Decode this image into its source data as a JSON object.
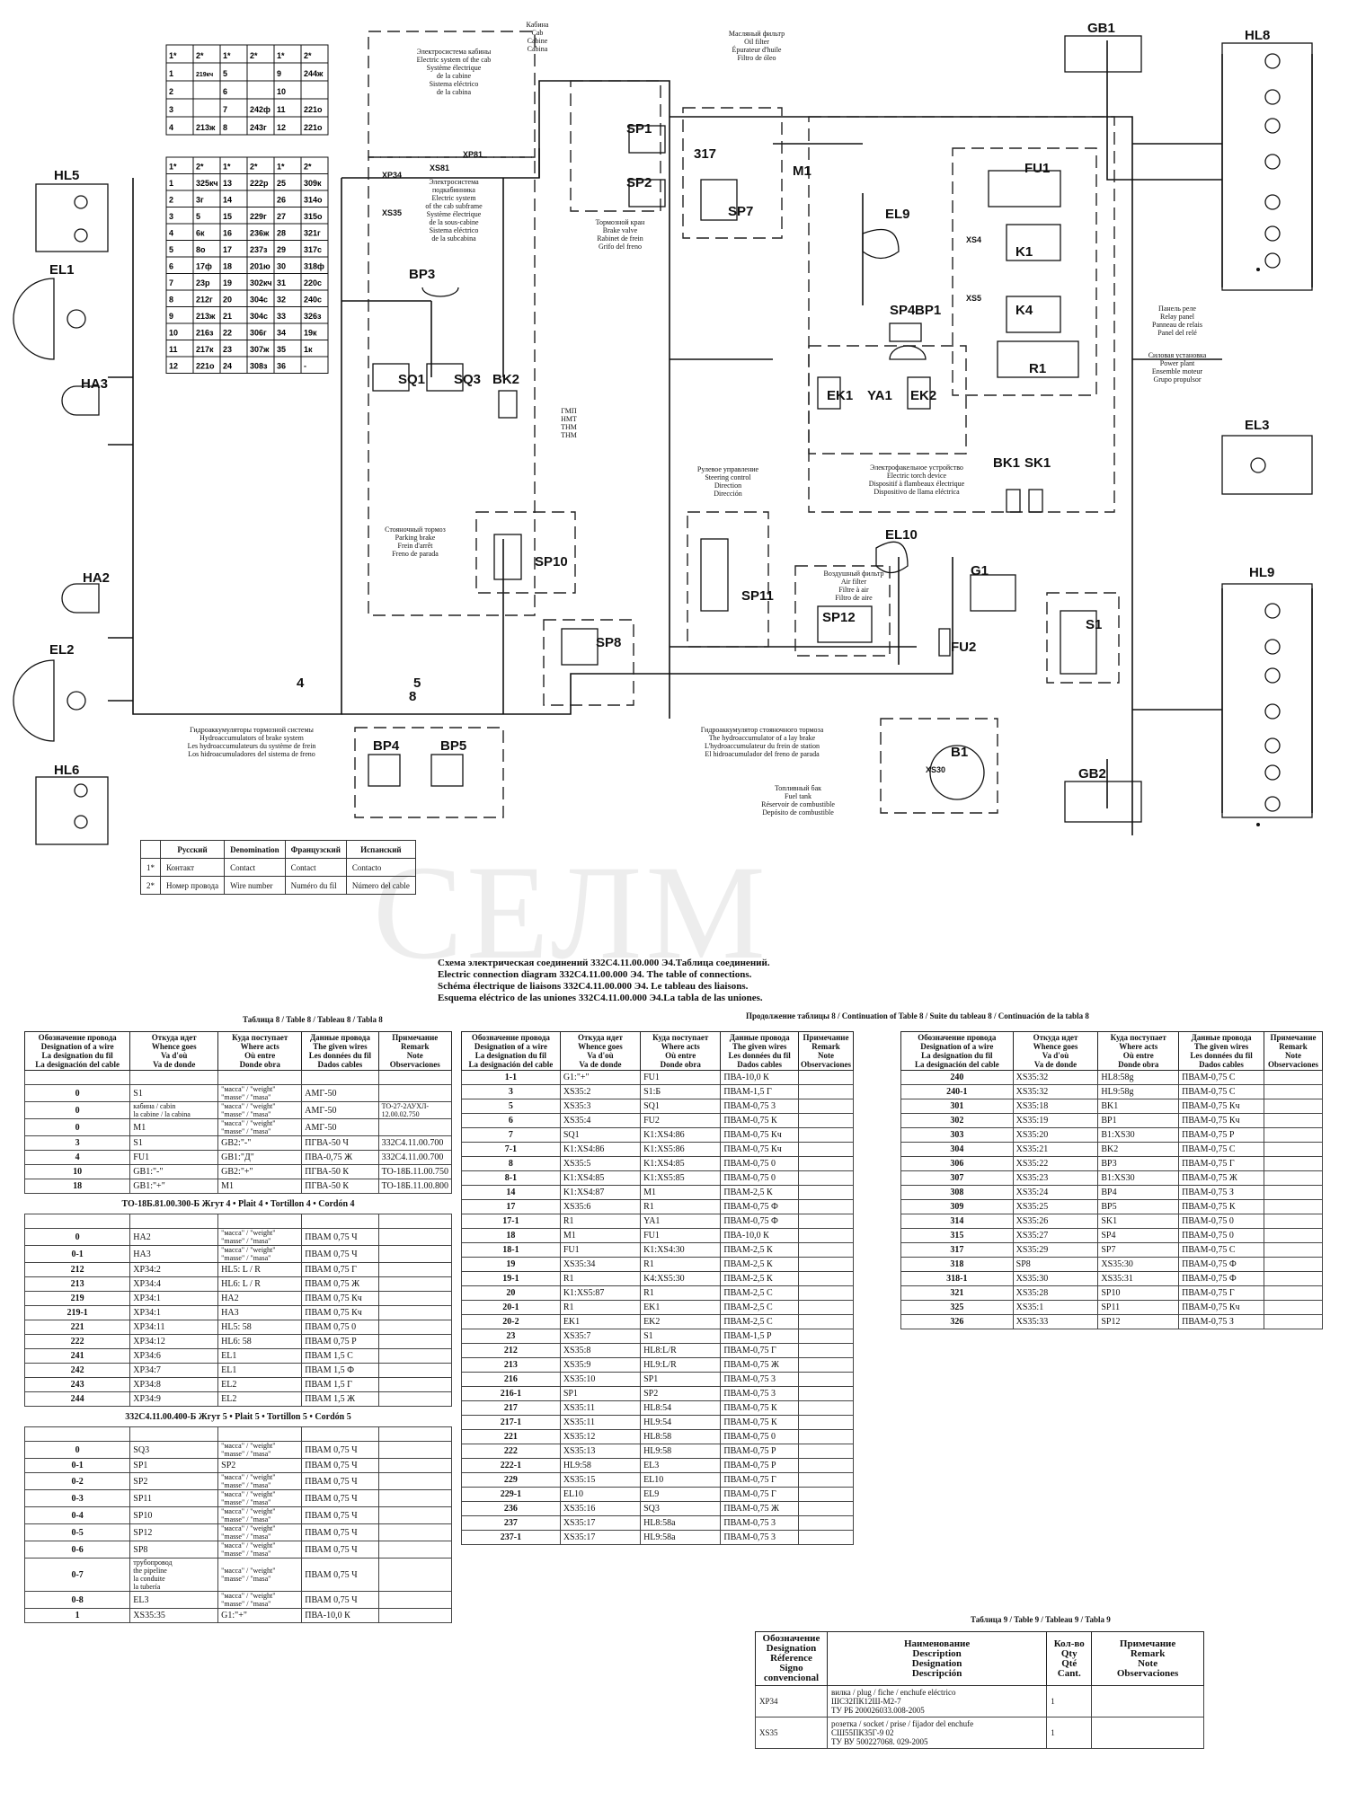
{
  "diagram": {
    "components": {
      "GB1": "GB1",
      "GB2": "GB2",
      "HL8": "HL8",
      "HL9": "HL9",
      "HL5": "HL5",
      "HL6": "HL6",
      "EL1": "EL1",
      "EL2": "EL2",
      "EL3": "EL3",
      "EL9": "EL9",
      "EL10": "EL10",
      "HA3": "HA3",
      "HA2": "HA2",
      "BP3": "BP3",
      "BP4": "BP4",
      "BP5": "BP5",
      "BP1": "BP1",
      "SQ1": "SQ1",
      "SQ3": "SQ3",
      "BK2": "BK2",
      "BK1": "BK1",
      "SK1": "SK1",
      "SP1": "SP1",
      "SP2": "SP2",
      "SP7": "SP7",
      "SP4": "SP4",
      "SP8": "SP8",
      "SP10": "SP10",
      "SP11": "SP11",
      "SP12": "SP12",
      "M1": "M1",
      "FU1": "FU1",
      "FU2": "FU2",
      "K1": "K1",
      "K4": "K4",
      "R1": "R1",
      "EK1": "EK1",
      "YA1": "YA1",
      "EK2": "EK2",
      "G1": "G1",
      "S1": "S1",
      "B1": "B1",
      "XP34": "XP34",
      "XS35": "XS35",
      "XP81": "XP81",
      "XS81": "XS81",
      "XS4": "XS4",
      "XS5": "XS5",
      "XS30": "XS30",
      "n317": "317"
    },
    "labels": {
      "cab": "Кабина\nCab\nCabine\nCabina",
      "cab_elec": "Электросистема кабины\nElectric system of the cab\nSystème électrique\nde la cabine\nSistema eléctrico\nde la cabina",
      "subframe": "Электросистема\nподкабинника\nElectric system\nof the cab subframe\nSystème électrique\nde la sous-cabine\nSistema eléctrico\nde la subcabina",
      "oil": "Масляный фильтр\nOil filter\nÉpurateur d'huile\nFiltro de óleo",
      "brake_valve": "Тормозной кран\nBrake valve\nRabinet de frein\nGrifo del freno",
      "relay": "Панель реле\nRelay panel\nPanneau de relais\nPanel del relé",
      "power": "Силовая установка\nPower plant\nEnsemble moteur\nGrupo propulsor",
      "gmp": "ГМП\nНМТ\nТНМ\nТНМ",
      "torch": "Электрофакельное устройство\nElectric torch device\nDispositif à flambeaux électrique\nDispositivo de llama eléctrica",
      "steering": "Рулевое управление\nSteering control\nDirection\nDirección",
      "parking": "Стояночный тормоз\nParking brake\nFrein d'arrêt\nFreno de parada",
      "airfilter": "Воздушный фильтр\nAir filter\nFiltre à air\nFiltro de aire",
      "hydro_brake": "Гидроаккумуляторы тормозной системы\nHydroaccumulators of brake system\nLes hydroaccumulateurs du système de frein\nLos hidroacumuladores del sistema de freno",
      "hydro_lay": "Гидроаккумулятор стояночного тормоза\nThe hydroaccumulator of a lay brake\nL'hydroaccumulateur du frein de station\nEl hidroacumulador del freno de parada",
      "fuel": "Топливный бак\nFuel tank\nRéservoir de combustible\nDepósito de combustible",
      "h4": "4",
      "h5": "5",
      "h8": "8"
    },
    "pin_table1": {
      "headers": [
        "1*",
        "2*",
        "1*",
        "2*",
        "1*",
        "2*"
      ],
      "rows": [
        [
          "1",
          "219кч 219-1кч",
          "5",
          "",
          "9",
          "244ж"
        ],
        [
          "2",
          "",
          "6",
          "",
          "10",
          ""
        ],
        [
          "3",
          "",
          "7",
          "242ф",
          "11",
          "221о"
        ],
        [
          "4",
          "213ж",
          "8",
          "243г",
          "12",
          "221о"
        ]
      ]
    },
    "pin_table2": {
      "headers": [
        "1*",
        "2*",
        "1*",
        "2*",
        "1*",
        "2*"
      ],
      "rows": [
        [
          "1",
          "325кч",
          "13",
          "222р",
          "25",
          "309к"
        ],
        [
          "2",
          "3г",
          "14",
          "",
          "26",
          "314о"
        ],
        [
          "3",
          "5",
          "15",
          "229г",
          "27",
          "315о"
        ],
        [
          "4",
          "6к",
          "16",
          "236ж",
          "28",
          "321г"
        ],
        [
          "5",
          "8о",
          "17",
          "237з",
          "29",
          "317с"
        ],
        [
          "6",
          "17ф",
          "18",
          "201ю",
          "30",
          "318ф"
        ],
        [
          "7",
          "23р",
          "19",
          "302кч",
          "31",
          "220с"
        ],
        [
          "8",
          "212г",
          "20",
          "304с",
          "32",
          "240с"
        ],
        [
          "9",
          "213ж",
          "21",
          "304с",
          "33",
          "326з"
        ],
        [
          "10",
          "216з",
          "22",
          "306г",
          "34",
          "19к"
        ],
        [
          "11",
          "217к",
          "23",
          "307ж",
          "35",
          "1к"
        ],
        [
          "12",
          "221о",
          "24",
          "308з",
          "36",
          "-"
        ]
      ]
    },
    "legend": {
      "headers": [
        "",
        "Русский",
        "Denomination",
        "Французский",
        "Испанский"
      ],
      "rows": [
        [
          "1*",
          "Контакт",
          "Contact",
          "Contact",
          "Contacto"
        ],
        [
          "2*",
          "Номер провода",
          "Wire number",
          "Numéro du fil",
          "Número del cable"
        ]
      ]
    },
    "watermark": "СЕЛМ",
    "caption": [
      "Схема электрическая соединений 332С4.11.00.000 Э4.Таблица соединений.",
      "Electric connection diagram 332С4.11.00.000 Э4. The table of connections.",
      "Schéma électrique de liaisons 332С4.11.00.000 Э4. Le tableau des liaisons.",
      "Esquema eléctrico de las uniones 332С4.11.00.000 Э4.La tabla de las uniones."
    ]
  },
  "table8": {
    "title": "Таблица 8 / Table 8 / Tableau 8 / Tabla 8",
    "headers": [
      "Обозначение провода\nDesignation of a wire\nLa designation du fil\nLa designación del cable",
      "Откуда идет\nWhence goes\nVa d'où\nVa de donde",
      "Куда поступает\nWhere acts\nOù entre\nDonde obra",
      "Данные провода\nThe given wires\nLes données du fil\nDados cables",
      "Примечание\nRemark\nNote\nObservaciones"
    ],
    "rows": [
      [
        "",
        "",
        "",
        "",
        ""
      ],
      [
        "0",
        "S1",
        "\"масса\" / \"weight\"\n\"masse\" / \"masa\"",
        "АМГ-50",
        ""
      ],
      [
        "0",
        "кабина / cabin\nla cabine / la cabina",
        "\"масса\" / \"weight\"\n\"masse\" / \"masa\"",
        "АМГ-50",
        "ТО-27-2АУХЛ-\n12.00.02.750"
      ],
      [
        "0",
        "M1",
        "\"масса\" / \"weight\"\n\"masse\" / \"masa\"",
        "АМГ-50",
        ""
      ],
      [
        "3",
        "S1",
        "GB2:\"-\"",
        "ПГВА-50 Ч",
        "332С4.11.00.700"
      ],
      [
        "4",
        "FU1",
        "GB1:\"Д\"",
        "ПВА-0,75 Ж",
        "332С4.11.00.700"
      ],
      [
        "10",
        "GB1:\"-\"",
        "GB2:\"+\"",
        "ПГВА-50 К",
        "ТО-18Б.11.00.750"
      ],
      [
        "18",
        "GB1:\"+\"",
        "M1",
        "ПГВА-50 К",
        "ТО-18Б.11.00.800"
      ],
      [
        "#",
        "ТО-18Б.81.00.300-Б  Жгут 4 • Plait 4 • Tortillon 4 • Cordón 4"
      ],
      [
        "",
        "",
        "",
        "",
        ""
      ],
      [
        "0",
        "HA2",
        "\"масса\" / \"weight\"\n\"masse\" / \"masa\"",
        "ПВАМ 0,75 Ч",
        ""
      ],
      [
        "0-1",
        "HA3",
        "\"масса\" / \"weight\"\n\"masse\" / \"masa\"",
        "ПВАМ 0,75 Ч",
        ""
      ],
      [
        "212",
        "XP34:2",
        "HL5: L / R",
        "ПВАМ 0,75 Г",
        ""
      ],
      [
        "213",
        "XP34:4",
        "HL6: L / R",
        "ПВАМ 0,75 Ж",
        ""
      ],
      [
        "219",
        "XP34:1",
        "HA2",
        "ПВАМ 0,75 Кч",
        ""
      ],
      [
        "219-1",
        "XP34:1",
        "HA3",
        "ПВАМ 0,75 Кч",
        ""
      ],
      [
        "221",
        "XP34:11",
        "HL5: 58",
        "ПВАМ 0,75 0",
        ""
      ],
      [
        "222",
        "XP34:12",
        "HL6: 58",
        "ПВАМ 0,75 Р",
        ""
      ],
      [
        "241",
        "XP34:6",
        "EL1",
        "ПВАМ 1,5 С",
        ""
      ],
      [
        "242",
        "XP34:7",
        "EL1",
        "ПВАМ 1,5 Ф",
        ""
      ],
      [
        "243",
        "XP34:8",
        "EL2",
        "ПВАМ 1,5 Г",
        ""
      ],
      [
        "244",
        "XP34:9",
        "EL2",
        "ПВАМ 1,5 Ж",
        ""
      ],
      [
        "#",
        "332С4.11.00.400-Б  Жгут 5 • Plait 5 • Tortillon 5 • Cordón 5"
      ],
      [
        "",
        "",
        "",
        "",
        ""
      ],
      [
        "0",
        "SQ3",
        "\"масса\" / \"weight\"\n\"masse\" / \"masa\"",
        "ПВАМ 0,75 Ч",
        ""
      ],
      [
        "0-1",
        "SP1",
        "SP2",
        "ПВАМ 0,75 Ч",
        ""
      ],
      [
        "0-2",
        "SP2",
        "\"масса\" / \"weight\"\n\"masse\" / \"masa\"",
        "ПВАМ 0,75 Ч",
        ""
      ],
      [
        "0-3",
        "SP11",
        "\"масса\" / \"weight\"\n\"masse\" / \"masa\"",
        "ПВАМ 0,75 Ч",
        ""
      ],
      [
        "0-4",
        "SP10",
        "\"масса\" / \"weight\"\n\"masse\" / \"masa\"",
        "ПВАМ 0,75 Ч",
        ""
      ],
      [
        "0-5",
        "SP12",
        "\"масса\" / \"weight\"\n\"masse\" / \"masa\"",
        "ПВАМ 0,75 Ч",
        ""
      ],
      [
        "0-6",
        "SP8",
        "\"масса\" / \"weight\"\n\"masse\" / \"masa\"",
        "ПВАМ 0,75 Ч",
        ""
      ],
      [
        "0-7",
        "трубопровод\nthe pipeline\nla conduite\nla tubería",
        "\"масса\" / \"weight\"\n\"masse\" / \"masa\"",
        "ПВАМ 0,75 Ч",
        ""
      ],
      [
        "0-8",
        "EL3",
        "\"масса\" / \"weight\"\n\"masse\" / \"masa\"",
        "ПВАМ 0,75 Ч",
        ""
      ],
      [
        "1",
        "XS35:35",
        "G1:\"+\"",
        "ПВА-10,0 К",
        ""
      ]
    ]
  },
  "table8b": {
    "title": "Продолжение таблицы 8 / Continuation of Table 8 / Suite du tableau 8 / Continuación de la tabla 8",
    "headers": [
      "Обозначение провода\nDesignation of a wire\nLa designation du fil\nLa designación del cable",
      "Откуда идет\nWhence goes\nVa d'où\nVa de donde",
      "Куда поступает\nWhere acts\nOù entre\nDonde obra",
      "Данные провода\nThe given wires\nLes données du fil\nDados cables",
      "Примечание\nRemark\nNote\nObservaciones"
    ],
    "rows": [
      [
        "1-1",
        "G1:\"+\"",
        "FU1",
        "ПВА-10,0 К",
        ""
      ],
      [
        "3",
        "XS35:2",
        "S1:Б",
        "ПВАМ-1,5 Г",
        ""
      ],
      [
        "5",
        "XS35:3",
        "SQ1",
        "ПВАМ-0,75 3",
        ""
      ],
      [
        "6",
        "XS35:4",
        "FU2",
        "ПВАМ-0,75 К",
        ""
      ],
      [
        "7",
        "SQ1",
        "K1:XS4:86",
        "ПВАМ-0,75 Кч",
        ""
      ],
      [
        "7-1",
        "K1:XS4:86",
        "K1:XS5:86",
        "ПВАМ-0,75 Кч",
        ""
      ],
      [
        "8",
        "XS35:5",
        "K1:XS4:85",
        "ПВАМ-0,75 0",
        ""
      ],
      [
        "8-1",
        "K1:XS4:85",
        "K1:XS5:85",
        "ПВАМ-0,75 0",
        ""
      ],
      [
        "14",
        "K1:XS4:87",
        "M1",
        "ПВАМ-2,5 К",
        ""
      ],
      [
        "17",
        "XS35:6",
        "R1",
        "ПВАМ-0,75 Ф",
        ""
      ],
      [
        "17-1",
        "R1",
        "YA1",
        "ПВАМ-0,75 Ф",
        ""
      ],
      [
        "18",
        "M1",
        "FU1",
        "ПВА-10,0 К",
        ""
      ],
      [
        "18-1",
        "FU1",
        "K1:XS4:30",
        "ПВАМ-2,5 К",
        ""
      ],
      [
        "19",
        "XS35:34",
        "R1",
        "ПВАМ-2,5 К",
        ""
      ],
      [
        "19-1",
        "R1",
        "K4:XS5:30",
        "ПВАМ-2,5 К",
        ""
      ],
      [
        "20",
        "K1:XS5:87",
        "R1",
        "ПВАМ-2,5 С",
        ""
      ],
      [
        "20-1",
        "R1",
        "EK1",
        "ПВАМ-2,5 С",
        ""
      ],
      [
        "20-2",
        "EK1",
        "EK2",
        "ПВАМ-2,5 С",
        ""
      ],
      [
        "23",
        "XS35:7",
        "S1",
        "ПВАМ-1,5 Р",
        ""
      ],
      [
        "212",
        "XS35:8",
        "HL8:L/R",
        "ПВАМ-0,75 Г",
        ""
      ],
      [
        "213",
        "XS35:9",
        "HL9:L/R",
        "ПВАМ-0,75 Ж",
        ""
      ],
      [
        "216",
        "XS35:10",
        "SP1",
        "ПВАМ-0,75 3",
        ""
      ],
      [
        "216-1",
        "SP1",
        "SP2",
        "ПВАМ-0,75 3",
        ""
      ],
      [
        "217",
        "XS35:11",
        "HL8:54",
        "ПВАМ-0,75 К",
        ""
      ],
      [
        "217-1",
        "XS35:11",
        "HL9:54",
        "ПВАМ-0,75 К",
        ""
      ],
      [
        "221",
        "XS35:12",
        "HL8:58",
        "ПВАМ-0,75 0",
        ""
      ],
      [
        "222",
        "XS35:13",
        "HL9:58",
        "ПВАМ-0,75 Р",
        ""
      ],
      [
        "222-1",
        "HL9:58",
        "EL3",
        "ПВАМ-0,75 Р",
        ""
      ],
      [
        "229",
        "XS35:15",
        "EL10",
        "ПВАМ-0,75 Г",
        ""
      ],
      [
        "229-1",
        "EL10",
        "EL9",
        "ПВАМ-0,75 Г",
        ""
      ],
      [
        "236",
        "XS35:16",
        "SQ3",
        "ПВАМ-0,75 Ж",
        ""
      ],
      [
        "237",
        "XS35:17",
        "HL8:58а",
        "ПВАМ-0,75 3",
        ""
      ],
      [
        "237-1",
        "XS35:17",
        "HL9:58а",
        "ПВАМ-0,75 3",
        ""
      ]
    ]
  },
  "table8c": {
    "headers": [
      "Обозначение провода\nDesignation of a wire\nLa designation du fil\nLa designación del cable",
      "Откуда идет\nWhence goes\nVa d'où\nVa de donde",
      "Куда поступает\nWhere acts\nOù entre\nDonde obra",
      "Данные провода\nThe given wires\nLes données du fil\nDados cables",
      "Примечание\nRemark\nNote\nObservaciones"
    ],
    "rows": [
      [
        "240",
        "XS35:32",
        "HL8:58g",
        "ПВАМ-0,75 С",
        ""
      ],
      [
        "240-1",
        "XS35:32",
        "HL9:58g",
        "ПВАМ-0,75 С",
        ""
      ],
      [
        "301",
        "XS35:18",
        "BK1",
        "ПВАМ-0,75 Кч",
        ""
      ],
      [
        "302",
        "XS35:19",
        "BP1",
        "ПВАМ-0,75 Кч",
        ""
      ],
      [
        "303",
        "XS35:20",
        "B1:XS30",
        "ПВАМ-0,75 Р",
        ""
      ],
      [
        "304",
        "XS35:21",
        "BK2",
        "ПВАМ-0,75 С",
        ""
      ],
      [
        "306",
        "XS35:22",
        "BP3",
        "ПВАМ-0,75 Г",
        ""
      ],
      [
        "307",
        "XS35:23",
        "B1:XS30",
        "ПВАМ-0,75 Ж",
        ""
      ],
      [
        "308",
        "XS35:24",
        "BP4",
        "ПВАМ-0,75 З",
        ""
      ],
      [
        "309",
        "XS35:25",
        "BP5",
        "ПВАМ-0,75 К",
        ""
      ],
      [
        "314",
        "XS35:26",
        "SK1",
        "ПВАМ-0,75 0",
        ""
      ],
      [
        "315",
        "XS35:27",
        "SP4",
        "ПВАМ-0,75 0",
        ""
      ],
      [
        "317",
        "XS35:29",
        "SP7",
        "ПВАМ-0,75 С",
        ""
      ],
      [
        "318",
        "SP8",
        "XS35:30",
        "ПВАМ-0,75 Ф",
        ""
      ],
      [
        "318-1",
        "XS35:30",
        "XS35:31",
        "ПВАМ-0,75 Ф",
        ""
      ],
      [
        "321",
        "XS35:28",
        "SP10",
        "ПВАМ-0,75 Г",
        ""
      ],
      [
        "325",
        "XS35:1",
        "SP11",
        "ПВАМ-0,75 Кч",
        ""
      ],
      [
        "326",
        "XS35:33",
        "SP12",
        "ПВАМ-0,75 З",
        ""
      ]
    ]
  },
  "table9": {
    "title": "Таблица 9 / Table 9 / Tableau 9 / Tabla 9",
    "headers": [
      "Обозначение\nDesignation\nRéference\nSigno convencional",
      "Наименование\nDescription\nDesignation\nDescripción",
      "Кол-во\nQty\nQté\nCant.",
      "Примечание\nRemark\nNote\nObservaciones"
    ],
    "rows": [
      [
        "XP34",
        "вилка / plug / fiche / enchufe eléctrico\nШСЗ2ПК12Ш-М2-7\nТУ РБ 200026033.008-2005",
        "1",
        ""
      ],
      [
        "XS35",
        "розетка / socket / prise / fijador del enchufe\nСШ55ПК35Г-9 02\nТУ ВУ 500227068. 029-2005",
        "1",
        ""
      ]
    ]
  }
}
